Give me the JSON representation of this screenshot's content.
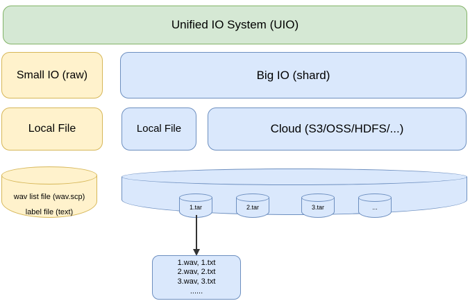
{
  "diagram": {
    "title": "Unified IO System architecture",
    "colors": {
      "green_fill": "#d5e8d4",
      "green_border": "#82b366",
      "yellow_fill": "#fff2cc",
      "yellow_border": "#d6b656",
      "blue_fill": "#dae8fc",
      "blue_border": "#6c8ebf",
      "arrow": "#333333",
      "background": "#ffffff"
    },
    "rows": {
      "top": {
        "uio": "Unified IO System (UIO)"
      },
      "io_mode": {
        "small_io": "Small IO (raw)",
        "big_io": "Big IO (shard)"
      },
      "storage": {
        "local_file_raw": "Local File",
        "local_file_shard": "Local File",
        "cloud": "Cloud (S3/OSS/HDFS/...)"
      }
    },
    "raw_store": {
      "line1": "wav list file (wav.scp)",
      "line2": "label file (text)"
    },
    "shard_store": {
      "shards": [
        {
          "label": "1.tar"
        },
        {
          "label": "2.tar"
        },
        {
          "label": "3.tar"
        },
        {
          "label": "..."
        }
      ]
    },
    "shard_contents": {
      "lines": [
        "1.wav, 1.txt",
        "2.wav, 2.txt",
        "3.wav, 3.txt",
        "......"
      ]
    }
  }
}
